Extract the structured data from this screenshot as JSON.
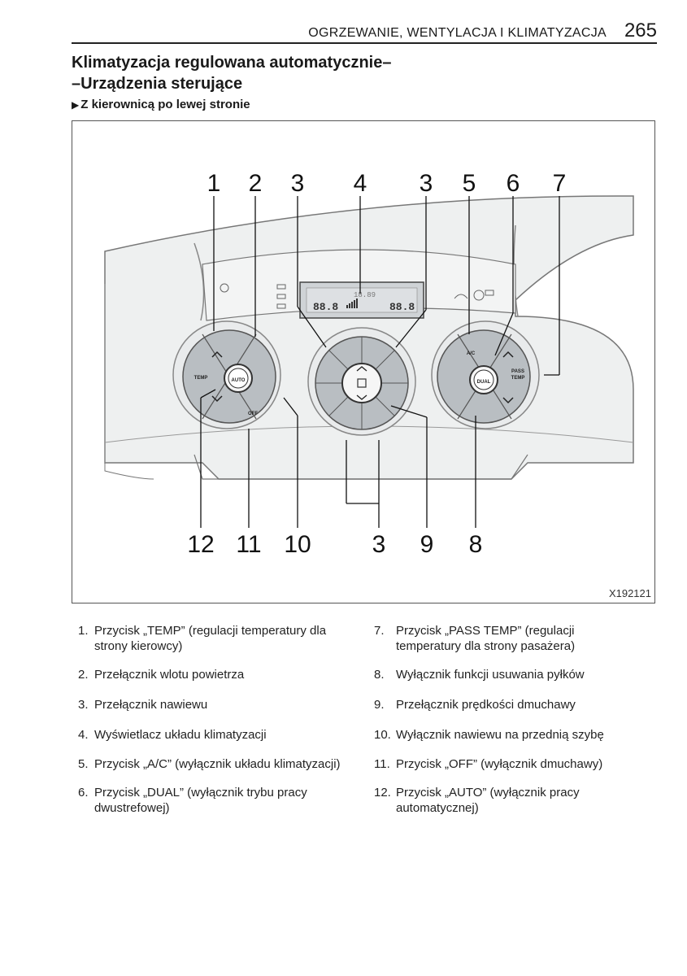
{
  "header": {
    "running_title": "OGRZEWANIE, WENTYLACJA I KLIMATYZACJA",
    "page_number": "265"
  },
  "title": {
    "line1": "Klimatyzacja regulowana automatycznie–",
    "line2": "–Urządzenia sterujące"
  },
  "subheading": {
    "marker": "▶",
    "text": "Z kierownicą po lewej stronie"
  },
  "figure": {
    "code": "X192121",
    "callouts_top": [
      "1",
      "2",
      "3",
      "4",
      "3",
      "5",
      "6",
      "7"
    ],
    "callouts_bottom": [
      "12",
      "11",
      "10",
      "3",
      "9",
      "8"
    ],
    "button_labels": {
      "temp": "TEMP",
      "auto": "AUTO",
      "off": "OFF",
      "ac": "A/C",
      "dual": "DUAL",
      "pass_temp_line1": "PASS",
      "pass_temp_line2": "TEMP",
      "display_left": "88.8",
      "display_right": "88.8",
      "display_top": "18.89"
    }
  },
  "items_left": [
    {
      "num": "1.",
      "text": "Przycisk „TEMP” (regulacji temperatury dla strony kierowcy)"
    },
    {
      "num": "2.",
      "text": "Przełącznik wlotu powietrza"
    },
    {
      "num": "3.",
      "text": "Przełącznik nawiewu"
    },
    {
      "num": "4.",
      "text": "Wyświetlacz układu klimatyzacji"
    },
    {
      "num": "5.",
      "text": "Przycisk „A/C” (wyłącznik układu klimatyzacji)"
    },
    {
      "num": "6.",
      "text": "Przycisk „DUAL” (wyłącznik trybu pracy dwustrefowej)"
    }
  ],
  "items_right": [
    {
      "num": "7.",
      "text": "Przycisk „PASS TEMP” (regulacji temperatury dla strony pasażera)"
    },
    {
      "num": "8.",
      "text": "Wyłącznik funkcji usuwania pyłków"
    },
    {
      "num": "9.",
      "text": "Przełącznik prędkości dmuchawy"
    },
    {
      "num": "10.",
      "text": "Wyłącznik nawiewu na przednią szybę"
    },
    {
      "num": "11.",
      "text": "Przycisk „OFF” (wyłącznik dmuchawy)"
    },
    {
      "num": "12.",
      "text": "Przycisk „AUTO” (wyłącznik pracy automatycznej)"
    }
  ]
}
